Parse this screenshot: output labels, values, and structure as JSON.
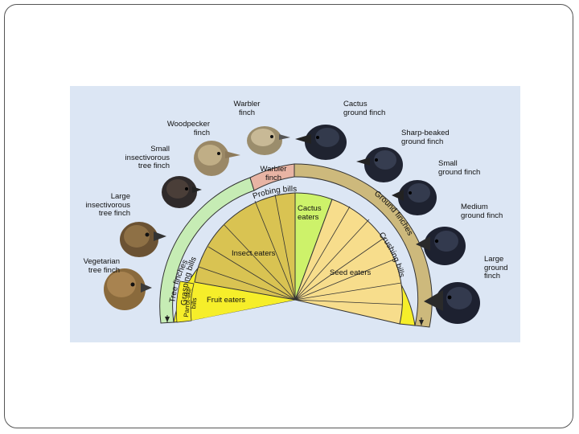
{
  "colors": {
    "background": "#dce6f4",
    "tree_band": "#c6ecb4",
    "ground_band": "#cdb97c",
    "warbler_band": "#e8b4a4",
    "bill_band": "#f6ee2a",
    "insect": "#d9c352",
    "cactus": "#cdf26a",
    "seed": "#f7dd8c",
    "fruit": "#e8b4a4"
  },
  "diagram": {
    "outer_bands": {
      "tree": "Tree finches",
      "warbler": "Warbler\nfinch",
      "ground": "Ground finches"
    },
    "bills": {
      "parrot": "Parrot-like\nbills",
      "grasping": "Grasping bills",
      "probing": "Probing bills",
      "crushing": "Crushing bills"
    },
    "diets": {
      "fruit": "Fruit eaters",
      "insect": "Insect eaters",
      "cactus": "Cactus\neaters",
      "seed": "Seed eaters"
    }
  },
  "birds": [
    {
      "id": "vegetarian",
      "label": "Vegetarian\ntree finch",
      "icon": "finch-head-icon"
    },
    {
      "id": "large-insectivorous",
      "label": "Large\ninsectivorous\ntree finch",
      "icon": "finch-head-icon"
    },
    {
      "id": "small-insectivorous",
      "label": "Small\ninsectivorous\ntree finch",
      "icon": "finch-head-icon"
    },
    {
      "id": "woodpecker",
      "label": "Woodpecker\nfinch",
      "icon": "finch-head-icon"
    },
    {
      "id": "warbler",
      "label": "Warbler\nfinch",
      "icon": "finch-head-icon"
    },
    {
      "id": "cactus-ground",
      "label": "Cactus\nground finch",
      "icon": "finch-head-icon"
    },
    {
      "id": "sharp-beaked",
      "label": "Sharp-beaked\nground finch",
      "icon": "finch-head-icon"
    },
    {
      "id": "small-ground",
      "label": "Small\nground finch",
      "icon": "finch-head-icon"
    },
    {
      "id": "medium-ground",
      "label": "Medium\nground finch",
      "icon": "finch-head-icon"
    },
    {
      "id": "large-ground",
      "label": "Large\nground\nfinch",
      "icon": "finch-head-icon"
    }
  ]
}
